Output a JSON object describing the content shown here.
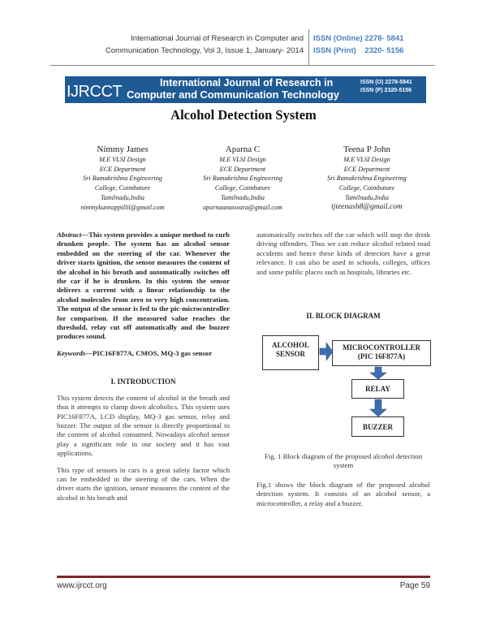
{
  "header": {
    "journal_line1": "International Journal of Research in Computer and",
    "journal_line2": "Communication Technology, Vol 3, Issue 1, January- 2014",
    "issn_online": "ISSN (Online) 2278- 5841",
    "issn_print": "ISSN (Print)    2320- 5156"
  },
  "banner": {
    "logo": "IJRCCT",
    "line1": "International Journal of Research in",
    "line2": "Computer and Communication Technology",
    "issn_o": "ISSN (O) 2278-5841",
    "issn_p": "ISSN (P) 2320-5156",
    "brand_color": "#1e5a94"
  },
  "title": "Alcohol Detection System",
  "authors": [
    {
      "name": "Nimmy James",
      "degree": "M.E VLSI Design",
      "dept": "ECE Department",
      "inst": "Sri Ramakrishna Engineering",
      "college": "College, Coimbatore",
      "place": "Tamilnadu,India",
      "email": "nimmykunnappillil@gmail.com"
    },
    {
      "name": "Aparna C",
      "degree": "M.E VLSI Design",
      "dept": "ECE Department",
      "inst": "Sri Ramakrishna Engineering",
      "college": "College, Coimbatore",
      "place": "Tamilnadu,India",
      "email": "aparnaanaswara@gmail.com"
    },
    {
      "name": "Teena P John",
      "degree": "M.E VLSI Design",
      "dept": "ECE Department",
      "inst": "Sri Ramakrishna Engineering",
      "college": "College, Coimbatore",
      "place": "Tamilnadu,India",
      "email": "tjteenash8@gmail.com"
    }
  ],
  "abstract": {
    "label": "Abstract",
    "text": "—This system provides a unique method to curb drunken people. The system has an alcohol sensor embedded on the steering of the car. Whenever the driver starts ignition, the sensor measures the content of the alcohol in his breath and automatically switches off the car if he is drunken. In this system the sensor delivers a current with a linear relationship to the alcohol molecules from zero to very high concentration. The output of the sensor is fed to the pic-microcontroller for comparison. If the measured value reaches the threshold, relay cut off automatically and the buzzer produces sound."
  },
  "keywords": {
    "label": "Keywords",
    "text": "—PIC16F877A, CMOS, MQ-3 gas sensor"
  },
  "intro": {
    "heading": "I. INTRODUCTION",
    "p1": "This system detects the content of alcohol in the breath and thus it attempts to clamp down alcoholics. This system uses PIC16F877A, LCD display, MQ-3 gas sensor, relay and buzzer. The output of the sensor is directly proportional to the content of alcohol consumed. Nowadays alcohol sensor play a significant role in our society and it has vast applications.",
    "p2": "This type of sensors in cars is a great safety factor which can be embedded in the steering of the cars. When the driver starts the ignition, sensor measures the content of the alcohol in his breath and",
    "p3": "automatically switches off the car which will stop the drink driving offenders. Thus we can reduce alcohol related road accidents and hence these kinds of detectors have a great relevance. It can also be used in schools, colleges, offices and some public places such as hospitals, libraries etc."
  },
  "block": {
    "heading": "II. BLOCK DIAGRAM",
    "sensor1": "ALCOHOL",
    "sensor2": "SENSOR",
    "mcu1": "MICROCONTROLLER",
    "mcu2": "(PIC 16F877A)",
    "relay": "RELAY",
    "buzzer": "BUZZER",
    "arrow_color": "#3d6fb0",
    "caption": "Fig. 1 Block diagram of the proposed alcohol detection system",
    "text": "Fig.1 shows the block diagram of the proposed alcohol detection system. It consists of an alcohol sensor, a microcontroller, a relay and a buzzer."
  },
  "footer": {
    "url": "www.ijrcct.org",
    "page": "Page 59"
  }
}
